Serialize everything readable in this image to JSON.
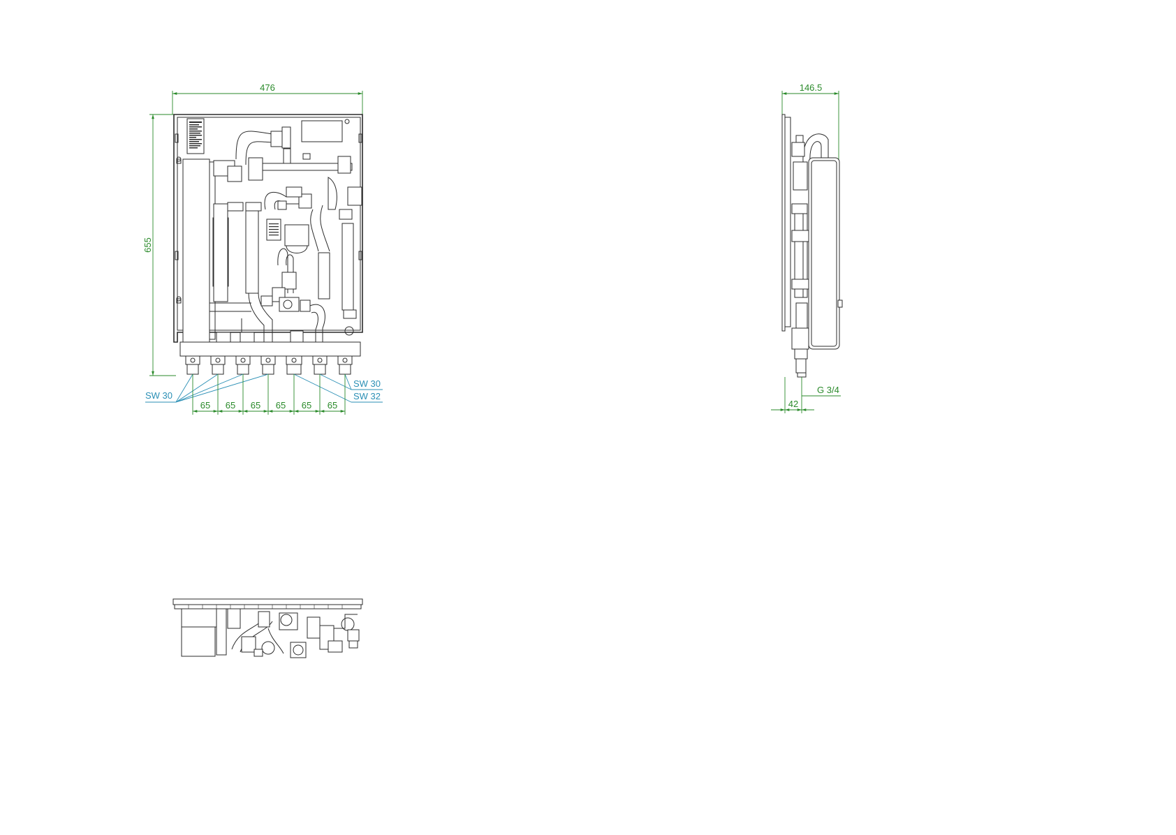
{
  "colors": {
    "dimension": "#2a8a2a",
    "callout": "#2a8fb5",
    "line": "#2b2b2b"
  },
  "front_view": {
    "width_label": "476",
    "height_label": "655",
    "spacing_labels": [
      "65",
      "65",
      "65",
      "65",
      "65",
      "65"
    ],
    "callout_left": "SW 30",
    "callout_right_upper": "SW 30",
    "callout_right_lower": "SW 32"
  },
  "side_view": {
    "depth_label": "146.5",
    "offset_label": "42",
    "thread_label": "G 3/4"
  }
}
